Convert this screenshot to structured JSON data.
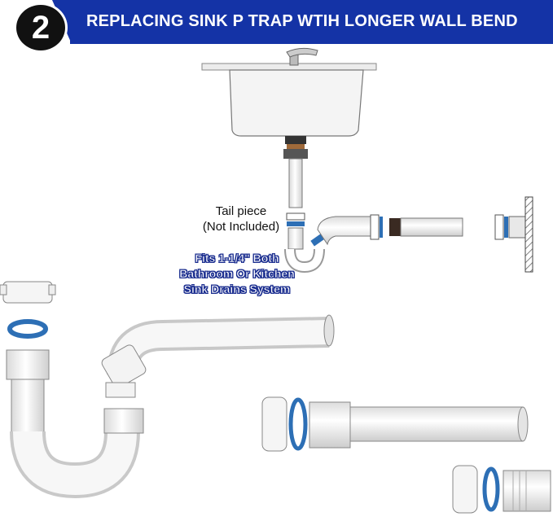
{
  "header": {
    "step_number": "2",
    "title": "REPLACING SINK P TRAP WTIH LONGER WALL BEND"
  },
  "diagram": {
    "tail_piece_label_line1": "Tail piece",
    "tail_piece_label_line2": "(Not Included)",
    "fits_label_line1": "Fits 1-1/4\" Both",
    "fits_label_line2": "Bathroom Or Kitchen",
    "fits_label_line3": "Sink Drains System"
  },
  "colors": {
    "banner": "#1433a6",
    "washer_blue": "#2d6fb5",
    "pipe_white": "#f2f2f2"
  }
}
